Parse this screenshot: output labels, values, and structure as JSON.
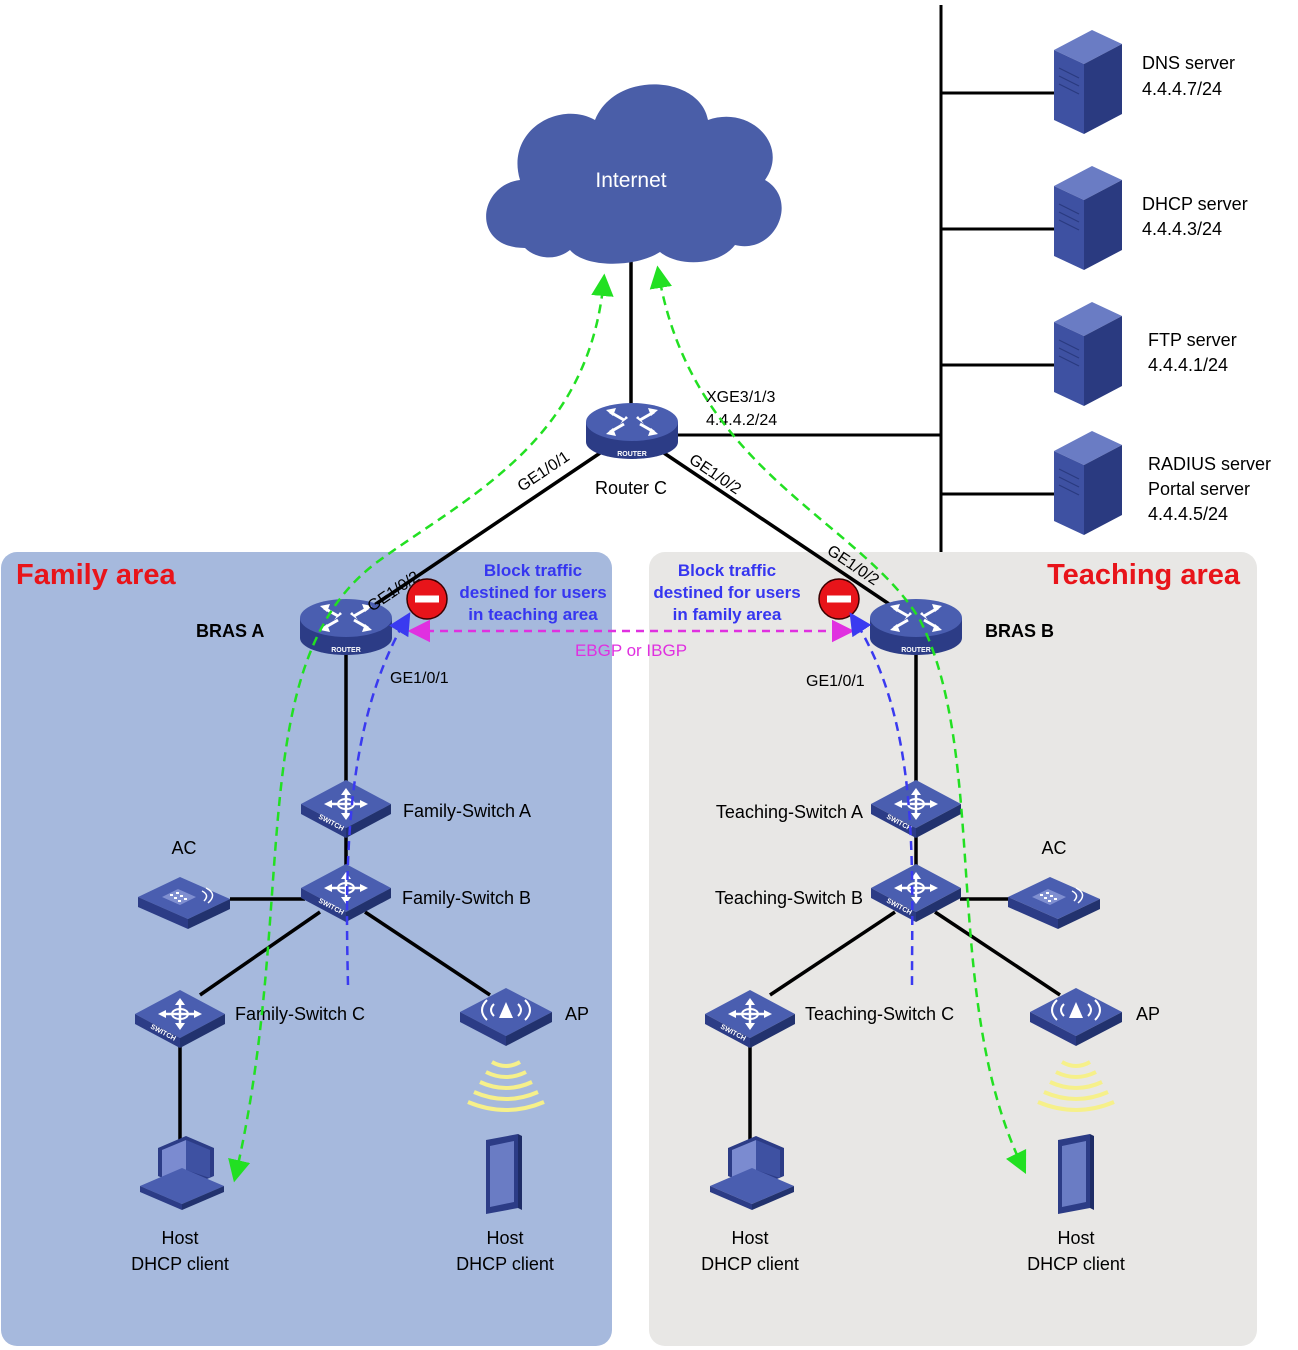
{
  "areas": {
    "family": "Family area",
    "teaching": "Teaching area"
  },
  "internet": "Internet",
  "router_c": {
    "name": "Router C",
    "port_up": "XGE3/1/3",
    "port_up_ip": "4.4.4.2/24",
    "port_left": "GE1/0/1",
    "port_right": "GE1/0/2"
  },
  "servers": [
    {
      "name": "DNS server",
      "ip": "4.4.4.7/24"
    },
    {
      "name": "DHCP server",
      "ip": "4.4.4.3/24"
    },
    {
      "name": "FTP server",
      "ip": "4.4.4.1/24"
    },
    {
      "name": "RADIUS server",
      "name2": "Portal server",
      "ip": "4.4.4.5/24"
    }
  ],
  "bras_a": {
    "name": "BRAS A",
    "port_up": "GE1/0/2",
    "port_down": "GE1/0/1"
  },
  "bras_b": {
    "name": "BRAS B",
    "port_up": "GE1/0/2",
    "port_down": "GE1/0/1"
  },
  "block_a": {
    "line1": "Block traffic",
    "line2": "destined for users",
    "line3": "in teaching area"
  },
  "block_b": {
    "line1": "Block traffic",
    "line2": "destined for users",
    "line3": "in family area"
  },
  "bgp": "EBGP or IBGP",
  "family": {
    "switch_a": "Family-Switch A",
    "switch_b": "Family-Switch B",
    "switch_c": "Family-Switch C",
    "ac": "AC",
    "ap": "AP",
    "host1": {
      "l1": "Host",
      "l2": "DHCP client"
    },
    "host2": {
      "l1": "Host",
      "l2": "DHCP client"
    }
  },
  "teaching": {
    "switch_a": "Teaching-Switch A",
    "switch_b": "Teaching-Switch B",
    "switch_c": "Teaching-Switch C",
    "ac": "AC",
    "ap": "AP",
    "host1": {
      "l1": "Host",
      "l2": "DHCP client"
    },
    "host2": {
      "l1": "Host",
      "l2": "DHCP client"
    }
  },
  "device_tags": {
    "router": "ROUTER",
    "switch": "SWITCH"
  },
  "colors": {
    "family_bg": "#a6b9dd",
    "teaching_bg": "#e8e7e5",
    "device_blue": "#3b4ea0",
    "green_path": "#22e022",
    "blue_path": "#3a3af0",
    "bgp_path": "#e030e0",
    "area_title": "#e8141a"
  }
}
